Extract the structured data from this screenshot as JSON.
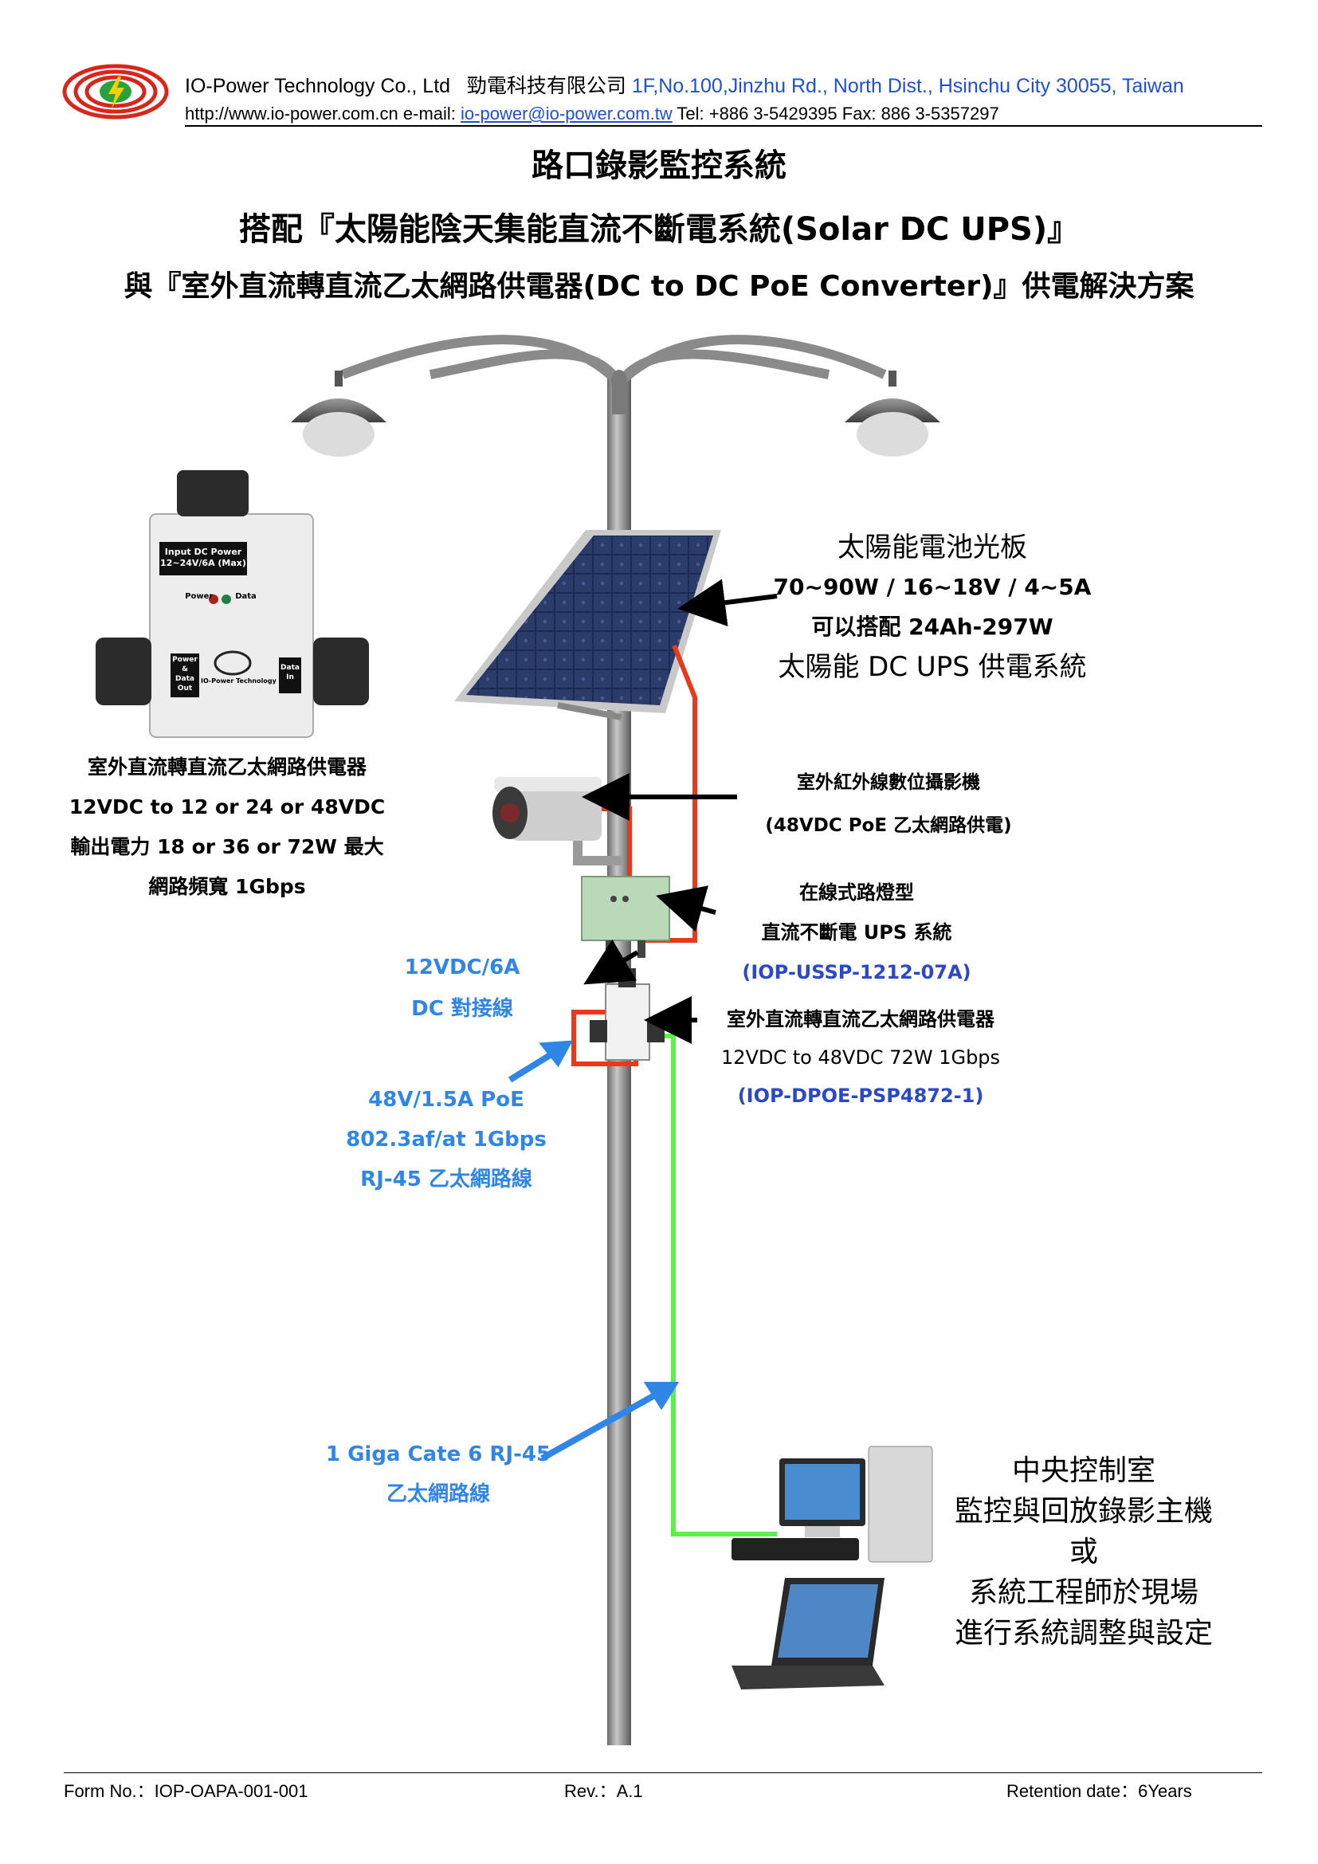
{
  "header": {
    "company_en": "IO-Power Technology Co., Ltd",
    "company_zh": "勁電科技有限公司",
    "address": "1F,No.100,Jinzhu Rd., North Dist., Hsinchu City 30055, Taiwan",
    "website": "http://www.io-power.com.cn",
    "email_label": "e-mail:",
    "email": "io-power@io-power.com.tw",
    "contact": "Tel: +886 3-5429395 Fax: 886 3-5357297"
  },
  "titles": {
    "line1": "路口錄影監控系統",
    "line2": "搭配『太陽能陰天集能直流不斷電系統(Solar DC UPS)』",
    "line3": "與『室外直流轉直流乙太網路供電器(DC to DC PoE Converter)』供電解決方案"
  },
  "left_device": {
    "label_top": "Input DC Power",
    "label_rating": "12~24V/6A (Max)",
    "led_power": "Power",
    "led_data": "Data",
    "port_left": [
      "Power",
      "&",
      "Data",
      "Out"
    ],
    "port_right": [
      "Data",
      "In"
    ],
    "brand": "IO-Power Technology",
    "caption": [
      "室外直流轉直流乙太網路供電器",
      "12VDC to 12 or 24 or 48VDC",
      "輸出電力 18 or 36 or 72W  最大",
      "網路頻寬 1Gbps"
    ]
  },
  "solar_panel_label": [
    "太陽能電池光板",
    "70~90W / 16~18V / 4~5A",
    "可以搭配  24Ah-297W",
    "太陽能 DC UPS 供電系統"
  ],
  "camera_label": [
    "室外紅外線數位攝影機",
    "(48VDC PoE  乙太網路供電)"
  ],
  "ups_label": [
    "在線式路燈型",
    "直流不斷電  UPS  系統",
    "(IOP-USSP-1212-07A)"
  ],
  "poe_label": [
    "室外直流轉直流乙太網路供電器",
    "12VDC to 48VDC 72W 1Gbps",
    "(IOP-DPOE-PSP4872-1)"
  ],
  "dc_cable_label": [
    "12VDC/6A",
    "DC  對接線"
  ],
  "poe_cable_label": [
    "48V/1.5A PoE",
    "802.3af/at 1Gbps",
    "RJ-45  乙太網路線"
  ],
  "eth_cable_label": [
    "1 Giga Cate 6 RJ-45",
    "乙太網路線"
  ],
  "control_label": [
    "中央控制室",
    "監控與回放錄影主機",
    "或",
    "系統工程師於現場",
    "進行系統調整與設定"
  ],
  "footer": {
    "form": "Form No.：IOP-OAPA-001-001",
    "rev": "Rev.：A.1",
    "retention": "Retention date：6Years"
  },
  "colors": {
    "wire_red": "#e8391c",
    "wire_green": "#5ef04a",
    "arrow_blue": "#2f86e6",
    "accent_blue": "#1f4fd6"
  }
}
